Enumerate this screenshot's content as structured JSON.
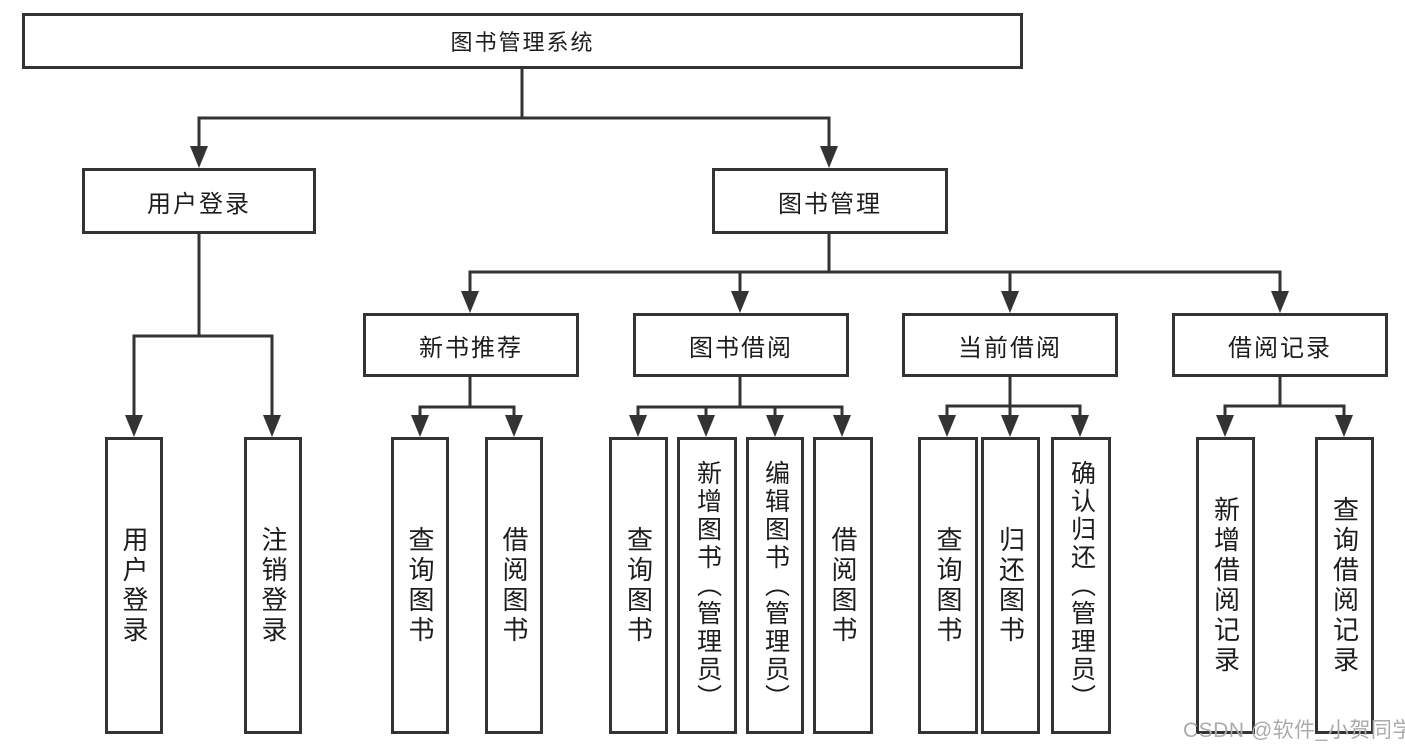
{
  "diagram": {
    "root": {
      "label": "图书管理系统"
    },
    "level1": [
      {
        "label": "用户登录"
      },
      {
        "label": "图书管理"
      }
    ],
    "level2": [
      {
        "label": "新书推荐",
        "parent": "图书管理"
      },
      {
        "label": "图书借阅",
        "parent": "图书管理"
      },
      {
        "label": "当前借阅",
        "parent": "图书管理"
      },
      {
        "label": "借阅记录",
        "parent": "图书管理"
      }
    ],
    "leaves": [
      {
        "label": "用户登录",
        "parent": "用户登录"
      },
      {
        "label": "注销登录",
        "parent": "用户登录"
      },
      {
        "label": "查询图书",
        "parent": "新书推荐"
      },
      {
        "label": "借阅图书",
        "parent": "新书推荐"
      },
      {
        "label": "查询图书",
        "parent": "图书借阅"
      },
      {
        "label": "新增图书（管理员）",
        "parent": "图书借阅"
      },
      {
        "label": "编辑图书（管理员）",
        "parent": "图书借阅"
      },
      {
        "label": "借阅图书",
        "parent": "图书借阅"
      },
      {
        "label": "查询图书",
        "parent": "当前借阅"
      },
      {
        "label": "归还图书",
        "parent": "当前借阅"
      },
      {
        "label": "确认归还（管理员）",
        "parent": "当前借阅"
      },
      {
        "label": "新增借阅记录",
        "parent": "借阅记录"
      },
      {
        "label": "查询借阅记录",
        "parent": "借阅记录"
      }
    ]
  },
  "watermark": {
    "text": "CSDN @软件_小贺同学",
    "color": "#ababab"
  },
  "colors": {
    "line": "#333333",
    "node_border": "#333333",
    "text": "#1d1d1f",
    "background": "#ffffff"
  }
}
